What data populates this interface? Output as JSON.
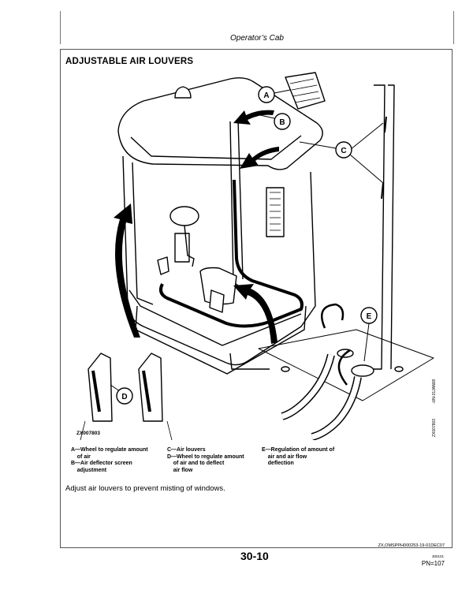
{
  "header": {
    "title": "Operator’s Cab"
  },
  "section": {
    "title": "ADJUSTABLE AIR LOUVERS"
  },
  "figure": {
    "callouts": [
      "A",
      "B",
      "C",
      "D",
      "E"
    ],
    "figure_id": "ZX007803",
    "side_code_1": "-UN-31JAN08",
    "side_code_2": "ZX007803"
  },
  "legend": {
    "col1": [
      "A—Wheel to regulate amount",
      "    of air",
      "B—Air deflector screen",
      "    adjustment"
    ],
    "col2": [
      "C—Air louvers",
      "D—Wheel to regulate amount",
      "    of air and to deflect",
      "    air flow"
    ],
    "col3": [
      "E—Regulation of amount of",
      "    air and air flow",
      "    deflection"
    ]
  },
  "note": "Adjust air louvers to prevent misting of windows.",
  "footer": {
    "doc_code": "ZX,OMSPPH000253-19-01DEC07",
    "page": "30-10",
    "small_code": "300101",
    "pn": "PN=107"
  }
}
